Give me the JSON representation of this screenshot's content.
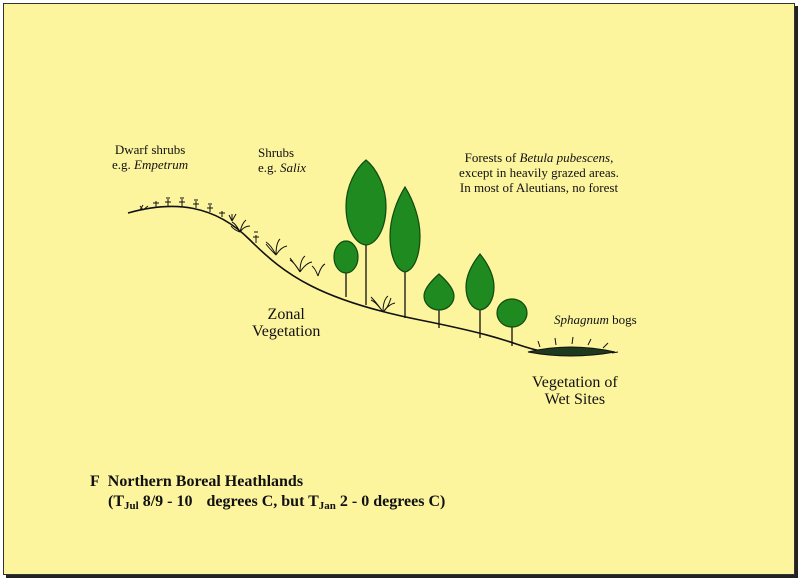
{
  "labels": {
    "dwarf_shrubs": {
      "line1": "Dwarf shrubs",
      "prefix": "e.g. ",
      "example": "Empetrum"
    },
    "shrubs": {
      "line1": "Shrubs",
      "prefix": "e.g. ",
      "example": "Salix"
    },
    "forests": {
      "line1_pre": "Forests of ",
      "line1_species": "Betula pubescens",
      "line1_post": ",",
      "line2": "except in heavily grazed areas.",
      "line3": "In most of Aleutians, no forest"
    },
    "zonal": {
      "line1": "Zonal",
      "line2": "Vegetation"
    },
    "sphagnum": {
      "italic": "Sphagnum",
      "rest": " bogs"
    },
    "wet_sites": {
      "line1": "Vegetation of",
      "line2": "Wet Sites"
    }
  },
  "caption": {
    "letter": "F",
    "title": "Northern Boreal Heathlands",
    "formula_open": "(T",
    "jul_sub": "Jul",
    "jul_value": " 8/9 - 10",
    "jul_unit": "degrees C, but T",
    "jan_sub": "Jan",
    "jan_value": " 2 - 0 degrees C)"
  },
  "colors": {
    "background": "#fdf59e",
    "tree_fill": "#1f8a1f",
    "tree_outline": "#0f4a0f",
    "bog_fill": "#1e3a1e",
    "line": "#111111"
  }
}
